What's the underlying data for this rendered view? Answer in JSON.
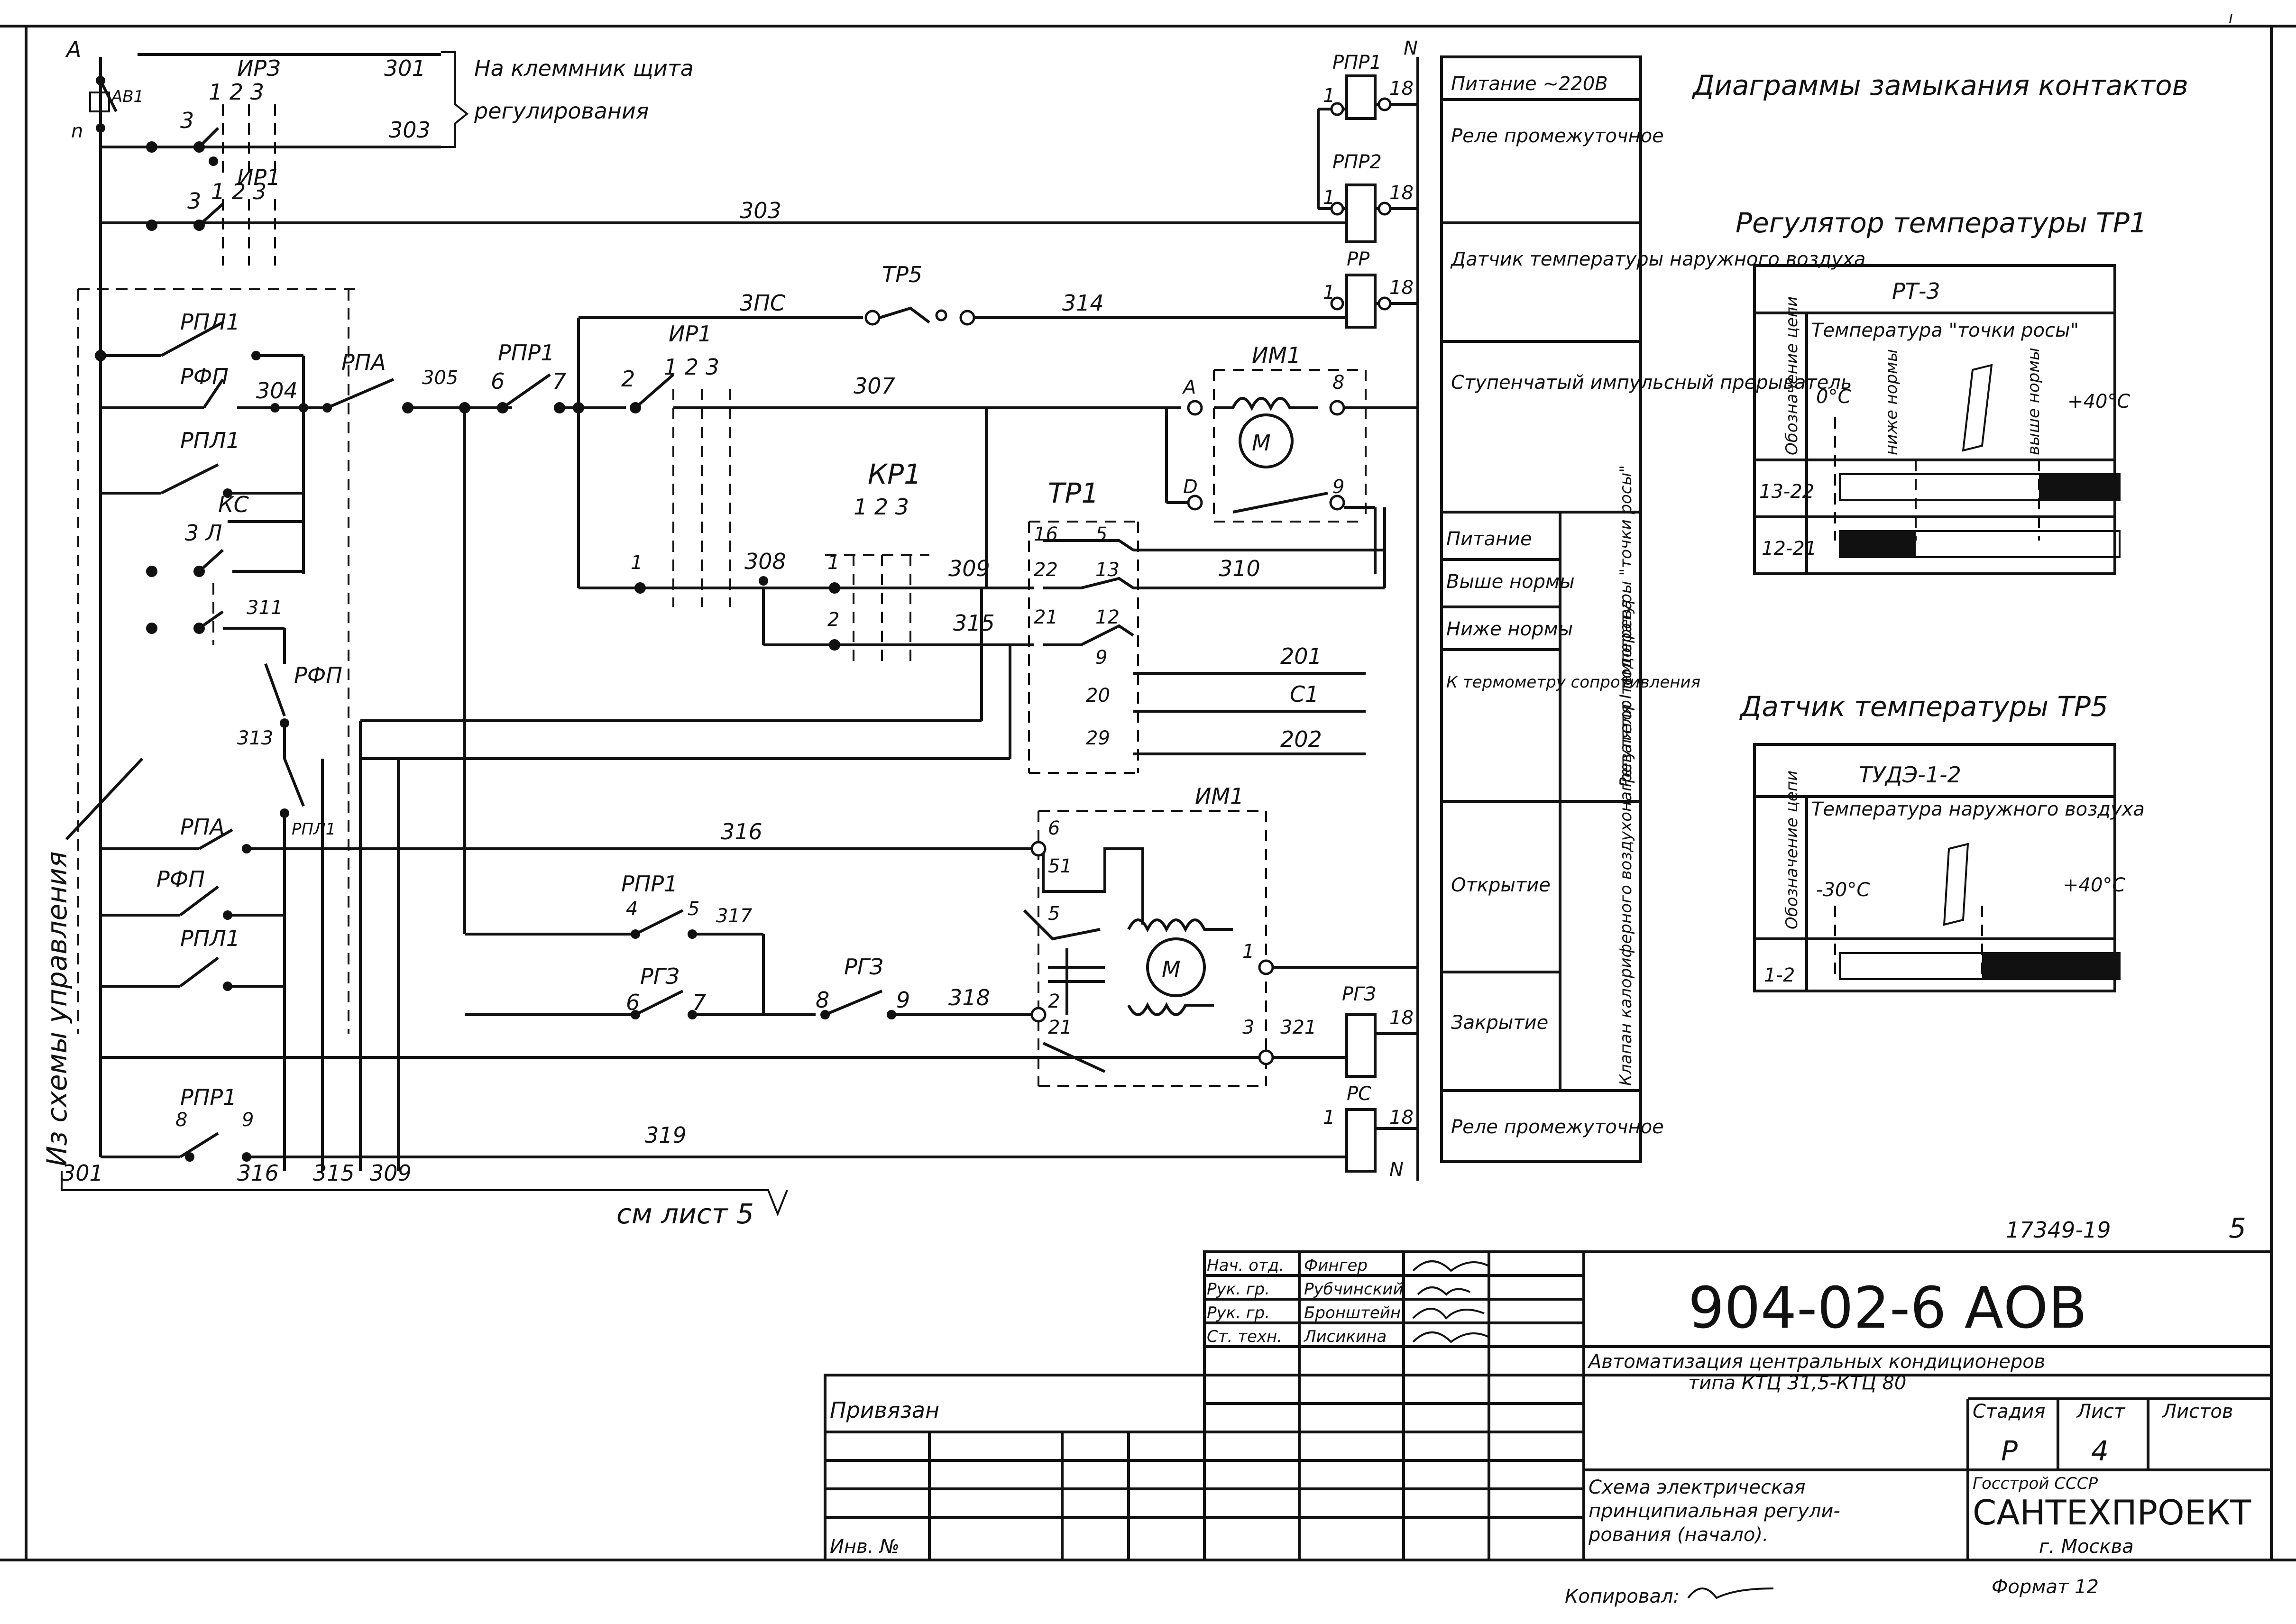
{
  "top_right_mark": "ı",
  "to_terminal": [
    "На клеммник щита",
    "регулирования"
  ],
  "from_control": "Из схемы управления",
  "see_sheet": "см лист 5",
  "node_labels": {
    "A": "A",
    "n": "n",
    "ab1": "АВ1",
    "irz": "ИРЗ",
    "ir1_top": "ИР1",
    "ir1_mid": "ИР1",
    "w301": "301",
    "w303a": "303",
    "w303b": "303",
    "w3pc": "3ПС",
    "w314": "314",
    "w307": "307",
    "w304": "304",
    "w305": "305",
    "w308": "308",
    "w309": "309",
    "w310": "310",
    "w315": "315",
    "w311": "311",
    "w313": "313",
    "w316": "316",
    "w317": "317",
    "w318": "318",
    "w319": "319",
    "w321": "321",
    "w201": "201",
    "c1": "С1",
    "w202": "202",
    "b301": "301",
    "b316": "316",
    "b315": "315",
    "b309": "309",
    "tp5": "ТР5",
    "kp1": "КР1",
    "kp1_n": "1 2 3",
    "tp1": "ТР1",
    "im1_top": "ИМ1",
    "im1_mid": "ИМ1",
    "rpl1_a": "РПЛ1",
    "rfp_a": "РФП",
    "rpl1_b": "РПЛ1",
    "kc": "КС",
    "rpa_a": "РПА",
    "rpp1_a": "РПР1",
    "rfp_b": "РФП",
    "rpa_b": "РПА",
    "rfp_c": "РФП",
    "rpl1_c": "РПЛ1",
    "rpl1_d": "РПЛ1",
    "rpp1_b": "РПР1",
    "rpp1_c": "РПР1",
    "rg3_a": "РГЗ",
    "rg3_b": "РГЗ",
    "rg3_coil": "РГЗ",
    "rpp1_coil": "РПР1",
    "rpp2_coil": "РПР2",
    "rr_coil": "РР",
    "rs_coil": "РС",
    "N_top": "N",
    "N_bot": "N"
  },
  "legend_rows": [
    "Питание ~220В",
    "Реле промежуточное",
    "Датчик температуры наружного воздуха",
    "Ступенчатый импульсный прерыватель",
    "Питание",
    "Выше нормы",
    "Ниже нормы",
    "К термометру сопротивления",
    "Регулятор температуры \"точки росы\"",
    "Открытие",
    "Закрытие",
    "Клапан калориферного воздухонагревателя I подогрева",
    "Реле промежуточное"
  ],
  "diagrams_title": "Диаграммы замыкания контактов",
  "regulator": {
    "heading": "Регулятор температуры ТР1",
    "model": "РТ-3",
    "col_header": "Обозначение цепи",
    "quantity": "Температура \"точки росы\"",
    "min": "0°С",
    "low": "ниже нормы",
    "high": "выше нормы",
    "max": "+40°С",
    "rows": [
      {
        "circuit": "13-22"
      },
      {
        "circuit": "12-21"
      }
    ]
  },
  "sensor": {
    "heading": "Датчик температуры ТР5",
    "model": "ТУДЭ-1-2",
    "col_header": "Обозначение цепи",
    "quantity": "Температура наружного воздуха",
    "min": "-30°С",
    "max": "+40°С",
    "rows": [
      {
        "circuit": "1-2"
      }
    ]
  },
  "doc_num": "17349-19",
  "page_num": "5",
  "title_block": {
    "people": [
      {
        "role": "Нач. отд.",
        "name": "Фингер"
      },
      {
        "role": "Рук. гр.",
        "name": "Рубчинский"
      },
      {
        "role": "Рук. гр.",
        "name": "Бронштейн"
      },
      {
        "role": "Ст. техн.",
        "name": "Лисикина"
      }
    ],
    "code": "904-02-6 АОВ",
    "project": [
      "Автоматизация центральных кондиционеров",
      "типа КТЦ 31,5-КТЦ 80"
    ],
    "linked": "Привязан",
    "inv": "Инв. №",
    "stage_label": "Стадия",
    "sheet_label": "Лист",
    "sheets_label": "Листов",
    "stage": "Р",
    "sheet": "4",
    "drawing_title": [
      "Схема электрическая",
      "принципиальная регули-",
      "рования (начало)."
    ],
    "org_top": "Госстрой СССР",
    "org": "САНТЕХПРОЕКТ",
    "city": "г. Москва",
    "format": "Формат 12",
    "copied": "Копировал:"
  }
}
